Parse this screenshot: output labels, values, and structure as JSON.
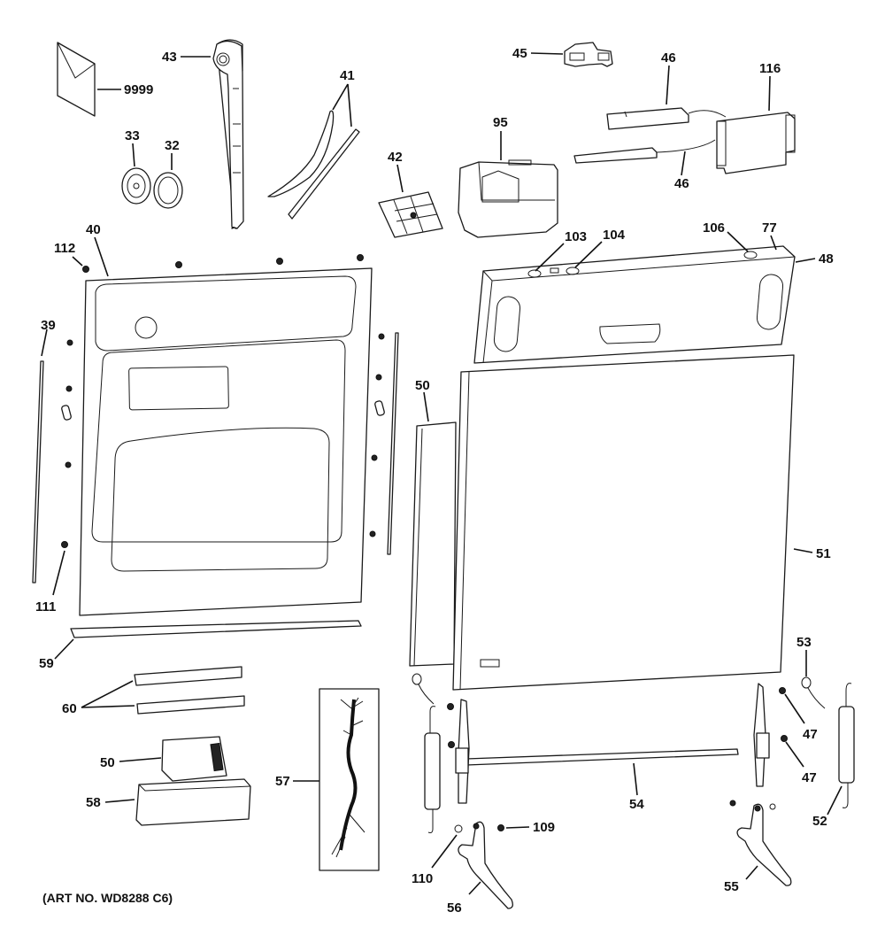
{
  "diagram": {
    "title": "Dishwasher door assembly exploded parts view",
    "art_number": "(ART NO. WD8288 C6)",
    "callouts": {
      "p9999": "9999",
      "p43": "43",
      "p41": "41",
      "p33": "33",
      "p32": "32",
      "p42": "42",
      "p95": "95",
      "p45": "45",
      "p46a": "46",
      "p46b": "46",
      "p116": "116",
      "p40": "40",
      "p112": "112",
      "p39": "39",
      "p111": "111",
      "p59": "59",
      "p103": "103",
      "p104": "104",
      "p106": "106",
      "p77": "77",
      "p48": "48",
      "p50a": "50",
      "p51": "51",
      "p53": "53",
      "p47a": "47",
      "p47b": "47",
      "p52": "52",
      "p54": "54",
      "p109": "109",
      "p110": "110",
      "p56": "56",
      "p55": "55",
      "p60": "60",
      "p50b": "50",
      "p58": "58",
      "p57": "57"
    }
  }
}
